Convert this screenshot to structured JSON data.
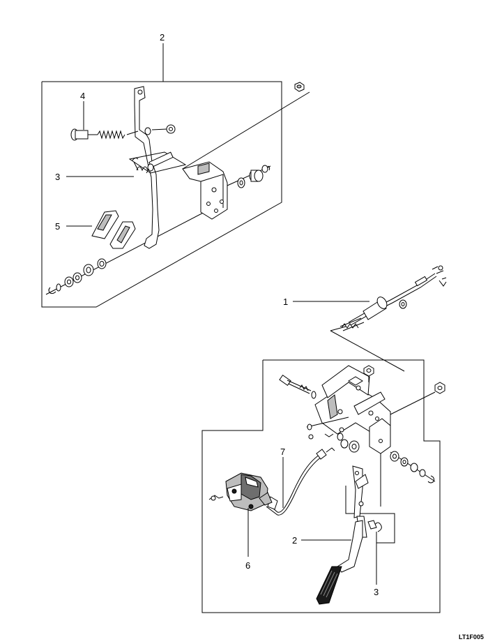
{
  "diagram_code": "LT1F005",
  "callouts": {
    "upper_assembly": "2",
    "upper_bolt": "4",
    "upper_spring": "3",
    "upper_pads": "5",
    "cable": "1",
    "lower_cable": "7",
    "lower_pedal": "2",
    "lower_actuator": "6",
    "lower_spring": "3"
  },
  "colors": {
    "line": "#000000",
    "shade": "#bdbdbd",
    "dark": "#6e6e6e",
    "background": "#ffffff"
  }
}
